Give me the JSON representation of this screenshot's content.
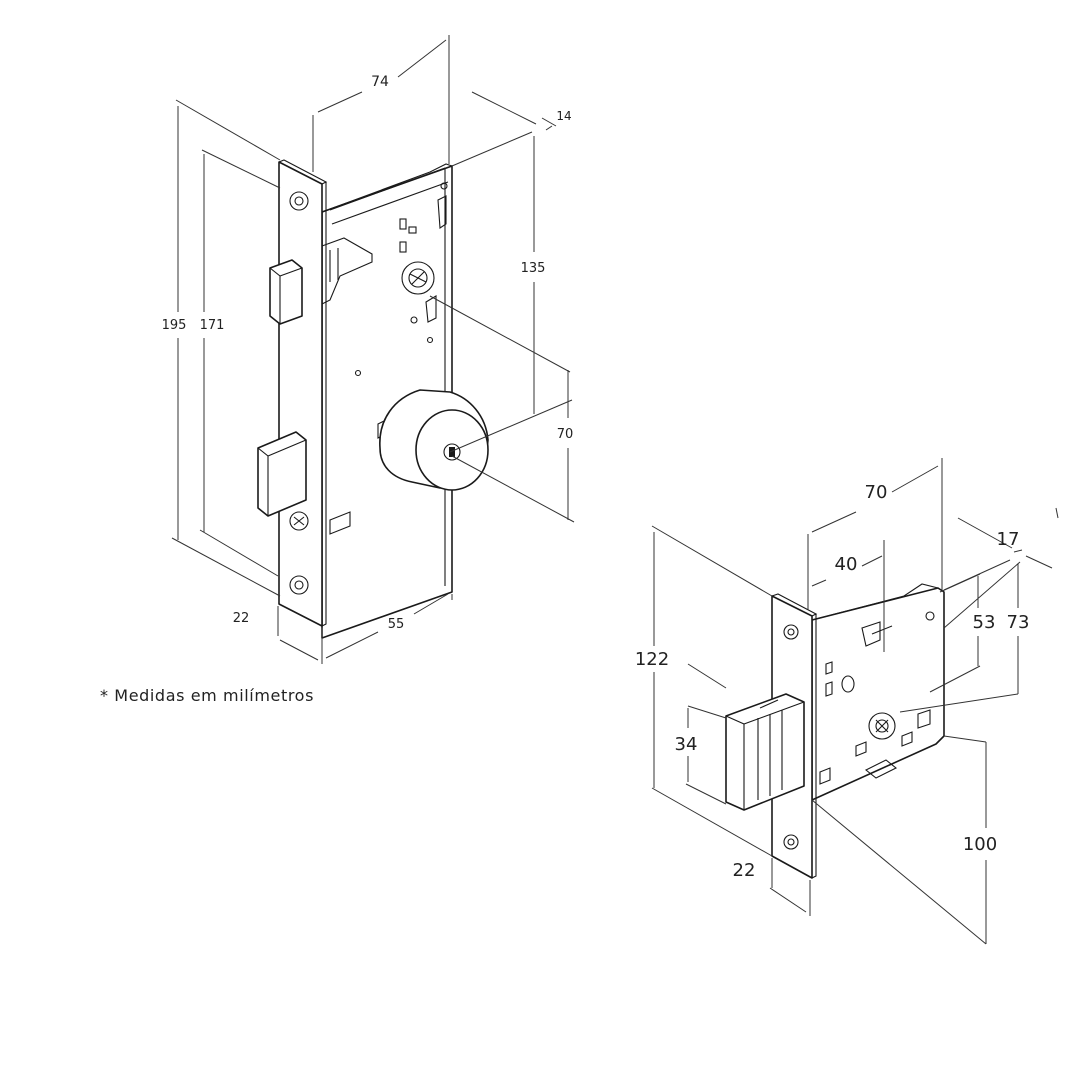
{
  "colors": {
    "line": "#1a1a1a",
    "text": "#222222",
    "background": "#ffffff"
  },
  "lock_a": {
    "dimensions": {
      "width": "74",
      "backset_depth": "14",
      "height_total": "195",
      "height_inner": "171",
      "height_135": "135",
      "distance_70": "70",
      "faceplate_width": "22",
      "backset": "55"
    }
  },
  "lock_b": {
    "dimensions": {
      "width": "70",
      "inner": "40",
      "depth": "17",
      "height_53": "53",
      "height_73": "73",
      "faceplate_height": "122",
      "bolt_height": "34",
      "faceplate_width": "22",
      "depth_100": "100"
    }
  },
  "footnote": "* Medidas em milímetros"
}
